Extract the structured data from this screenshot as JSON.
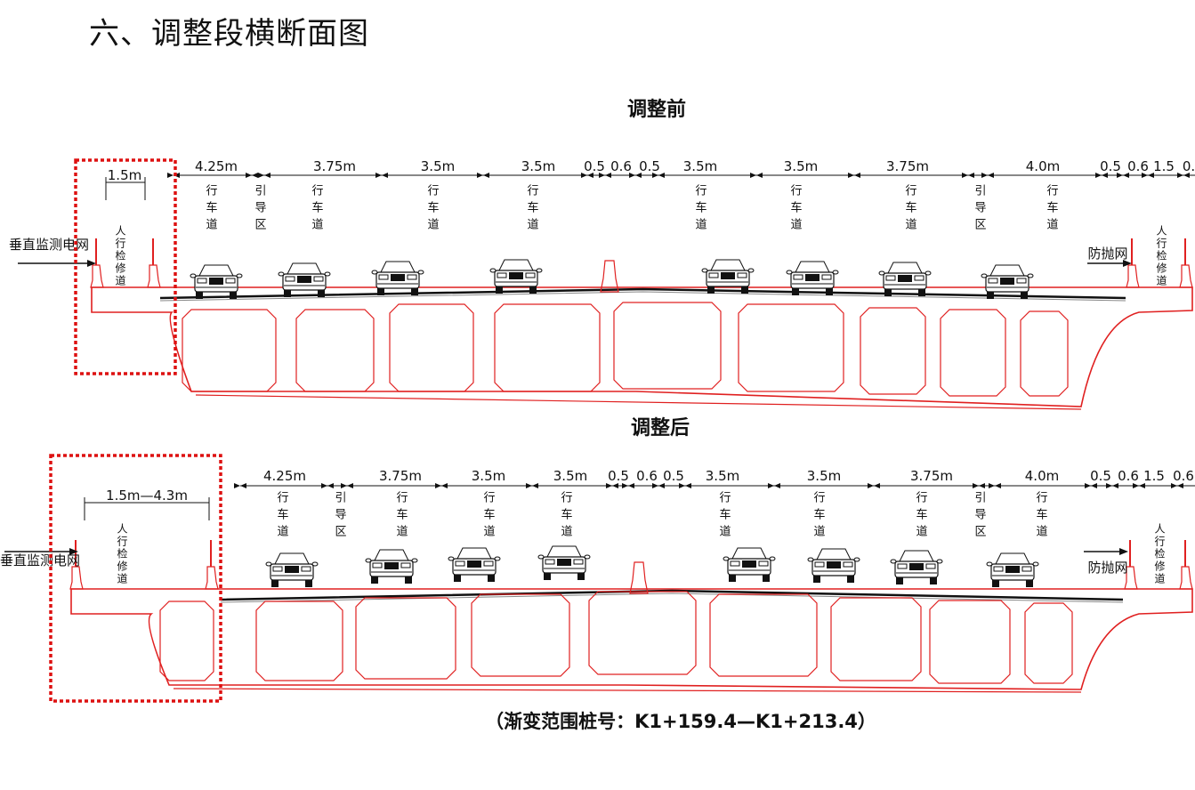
{
  "title": "六、调整段横断面图",
  "before": {
    "heading": "调整前",
    "sidewalk_dim": "1.5m",
    "dims": [
      "4.25m",
      "3.75m",
      "3.5m",
      "3.5m",
      "0.5",
      "0.6",
      "0.5",
      "3.5m",
      "3.5m",
      "3.75m",
      "4.0m",
      "0.5",
      "0.6",
      "1.5",
      "0."
    ],
    "lanes": [
      "行车道",
      "引导区",
      "行车道",
      "行车道",
      "行车道",
      "行车道",
      "行车道",
      "行车道",
      "引导区",
      "行车道"
    ],
    "left_label": "垂直监测电网",
    "right_label": "防抛网",
    "sidewalk_left": "人行检修道",
    "sidewalk_right": "人行检修道"
  },
  "after": {
    "heading": "调整后",
    "sidewalk_dim": "1.5m—4.3m",
    "dims": [
      "4.25m",
      "3.75m",
      "3.5m",
      "3.5m",
      "0.5",
      "0.6",
      "0.5",
      "3.5m",
      "3.5m",
      "3.75m",
      "4.0m",
      "0.5",
      "0.6",
      "1.5",
      "0.6"
    ],
    "lanes": [
      "行车道",
      "引导区",
      "行车道",
      "行车道",
      "行车道",
      "行车道",
      "行车道",
      "行车道",
      "引导区",
      "行车道"
    ],
    "left_label": "垂直监测电网",
    "right_label": "防抛网",
    "sidewalk_left": "人行检修道",
    "sidewalk_right": "人行检修道"
  },
  "footnote": "（渐变范围桩号：K1+159.4—K1+213.4）"
}
